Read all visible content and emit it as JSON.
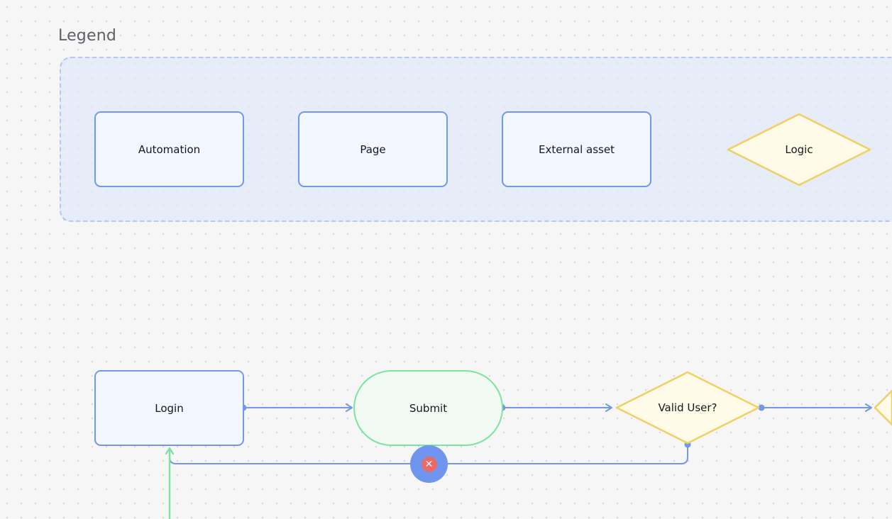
{
  "legend": {
    "title": "Legend",
    "items": [
      {
        "label": "Automation",
        "shape": "rectangle"
      },
      {
        "label": "Page",
        "shape": "rectangle"
      },
      {
        "label": "External asset",
        "shape": "rectangle"
      },
      {
        "label": "Logic",
        "shape": "diamond"
      }
    ]
  },
  "flow": {
    "nodes": [
      {
        "id": "login",
        "label": "Login",
        "shape": "rectangle"
      },
      {
        "id": "submit",
        "label": "Submit",
        "shape": "pill"
      },
      {
        "id": "valid-user",
        "label": "Valid User?",
        "shape": "diamond"
      }
    ],
    "edges": [
      {
        "from": "login",
        "to": "submit"
      },
      {
        "from": "submit",
        "to": "valid-user"
      },
      {
        "from": "valid-user",
        "to": "next-logic"
      },
      {
        "from": "valid-user",
        "to": "login",
        "branch": "invalid"
      }
    ],
    "invalid_marker": {
      "icon": "close-icon",
      "glyph": "✕"
    }
  },
  "colors": {
    "rectangle_border": "#7397ea",
    "rectangle_fill": "#f2f6ff",
    "pill_border": "#7ee39d",
    "pill_fill": "#f1fbf4",
    "diamond_border": "#f0d061",
    "diamond_fill": "#fffbe8",
    "connector": "#7397ea",
    "entry_connector": "#7ee39d",
    "invalid_badge": "#6f95ee",
    "invalid_icon": "#ea6a6a"
  }
}
